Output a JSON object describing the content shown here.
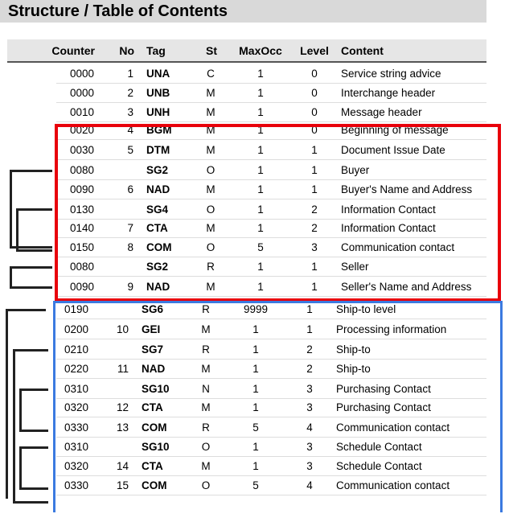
{
  "title": "Structure / Table of Contents",
  "columns": {
    "counter": "Counter",
    "no": "No",
    "tag": "Tag",
    "st": "St",
    "maxocc": "MaxOcc",
    "level": "Level",
    "content": "Content"
  },
  "rows": [
    {
      "counter": "0000",
      "no": "1",
      "tag": "UNA",
      "st": "C",
      "maxocc": "1",
      "level": "0",
      "content": "Service string advice"
    },
    {
      "counter": "0000",
      "no": "2",
      "tag": "UNB",
      "st": "M",
      "maxocc": "1",
      "level": "0",
      "content": "Interchange header"
    },
    {
      "counter": "0010",
      "no": "3",
      "tag": "UNH",
      "st": "M",
      "maxocc": "1",
      "level": "0",
      "content": "Message header"
    },
    {
      "counter": "0020",
      "no": "4",
      "tag": "BGM",
      "st": "M",
      "maxocc": "1",
      "level": "0",
      "content": "Beginning of message"
    },
    {
      "counter": "0030",
      "no": "5",
      "tag": "DTM",
      "st": "M",
      "maxocc": "1",
      "level": "1",
      "content": "Document Issue Date"
    },
    {
      "counter": "0080",
      "no": "",
      "tag": "SG2",
      "st": "O",
      "maxocc": "1",
      "level": "1",
      "content": "Buyer"
    },
    {
      "counter": "0090",
      "no": "6",
      "tag": "NAD",
      "st": "M",
      "maxocc": "1",
      "level": "1",
      "content": "Buyer's Name and Address"
    },
    {
      "counter": "0130",
      "no": "",
      "tag": "SG4",
      "st": "O",
      "maxocc": "1",
      "level": "2",
      "content": "Information Contact"
    },
    {
      "counter": "0140",
      "no": "7",
      "tag": "CTA",
      "st": "M",
      "maxocc": "1",
      "level": "2",
      "content": "Information Contact"
    },
    {
      "counter": "0150",
      "no": "8",
      "tag": "COM",
      "st": "O",
      "maxocc": "5",
      "level": "3",
      "content": "Communication contact"
    },
    {
      "counter": "0080",
      "no": "",
      "tag": "SG2",
      "st": "R",
      "maxocc": "1",
      "level": "1",
      "content": "Seller"
    },
    {
      "counter": "0090",
      "no": "9",
      "tag": "NAD",
      "st": "M",
      "maxocc": "1",
      "level": "1",
      "content": "Seller's Name and Address"
    },
    {
      "counter": "0190",
      "no": "",
      "tag": "SG6",
      "st": "R",
      "maxocc": "9999",
      "level": "1",
      "content": "Ship-to level"
    },
    {
      "counter": "0200",
      "no": "10",
      "tag": "GEI",
      "st": "M",
      "maxocc": "1",
      "level": "1",
      "content": "Processing information"
    },
    {
      "counter": "0210",
      "no": "",
      "tag": "SG7",
      "st": "R",
      "maxocc": "1",
      "level": "2",
      "content": "Ship-to"
    },
    {
      "counter": "0220",
      "no": "11",
      "tag": "NAD",
      "st": "M",
      "maxocc": "1",
      "level": "2",
      "content": "Ship-to"
    },
    {
      "counter": "0310",
      "no": "",
      "tag": "SG10",
      "st": "N",
      "maxocc": "1",
      "level": "3",
      "content": "Purchasing Contact"
    },
    {
      "counter": "0320",
      "no": "12",
      "tag": "CTA",
      "st": "M",
      "maxocc": "1",
      "level": "3",
      "content": "Purchasing Contact"
    },
    {
      "counter": "0330",
      "no": "13",
      "tag": "COM",
      "st": "R",
      "maxocc": "5",
      "level": "4",
      "content": "Communication contact"
    },
    {
      "counter": "0310",
      "no": "",
      "tag": "SG10",
      "st": "O",
      "maxocc": "1",
      "level": "3",
      "content": "Schedule Contact"
    },
    {
      "counter": "0320",
      "no": "14",
      "tag": "CTA",
      "st": "M",
      "maxocc": "1",
      "level": "3",
      "content": "Schedule Contact"
    },
    {
      "counter": "0330",
      "no": "15",
      "tag": "COM",
      "st": "O",
      "maxocc": "5",
      "level": "4",
      "content": "Communication contact"
    }
  ],
  "colors": {
    "header_bg": "#e6e6e6",
    "title_bg": "#d9d9d9",
    "highlight_red": "#e8000b",
    "highlight_blue": "#3b7ae0"
  }
}
